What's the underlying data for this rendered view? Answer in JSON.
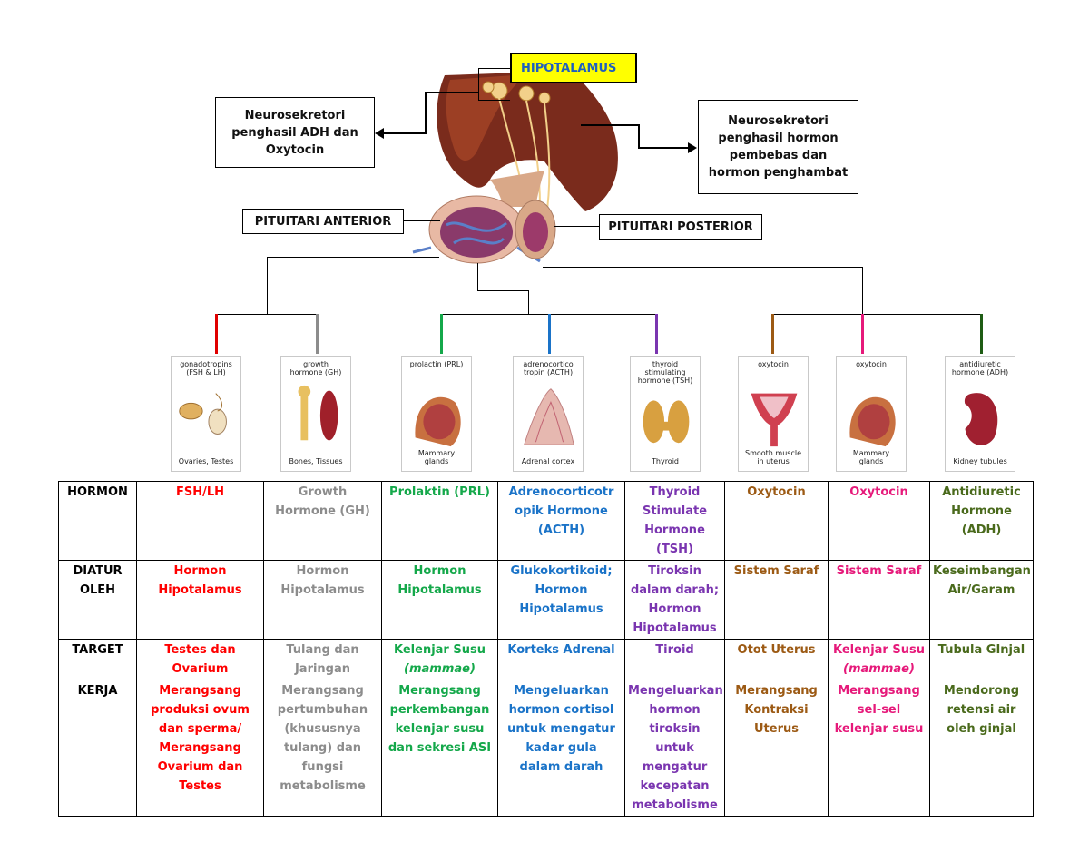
{
  "labels": {
    "hipotalamus": "HIPOTALAMUS",
    "neuro_left": [
      "Neurosekretori",
      "penghasil ADH dan",
      "Oxytocin"
    ],
    "neuro_right": [
      "Neurosekretori",
      "penghasil hormon",
      "pembebas dan",
      "hormon penghambat"
    ],
    "pituitari_anterior": "PITUITARI ANTERIOR",
    "pituitari_posterior": "PITUITARI POSTERIOR"
  },
  "cards": [
    {
      "top": [
        "gonadotropins",
        "(FSH & LH)"
      ],
      "bottom": [
        "Ovaries, Testes"
      ],
      "color": "#e00000",
      "icon": "ovary-testis"
    },
    {
      "top": [
        "growth",
        "hormone (GH)"
      ],
      "bottom": [
        "Bones, Tissues"
      ],
      "color": "#8c8c8c",
      "icon": "bone-muscle"
    },
    {
      "top": [
        "prolactin (PRL)"
      ],
      "bottom": [
        "Mammary",
        "glands"
      ],
      "color": "#14a84a",
      "icon": "mammary"
    },
    {
      "top": [
        "adrenocortico",
        "tropin (ACTH)"
      ],
      "bottom": [
        "Adrenal cortex"
      ],
      "color": "#1a73c8",
      "icon": "adrenal"
    },
    {
      "top": [
        "thyroid",
        "stimulating",
        "hormone (TSH)"
      ],
      "bottom": [
        "Thyroid"
      ],
      "color": "#7a35b0",
      "icon": "thyroid"
    },
    {
      "top": [
        "oxytocin"
      ],
      "bottom": [
        "Smooth muscle",
        "in uterus"
      ],
      "color": "#9c5a14",
      "icon": "uterus"
    },
    {
      "top": [
        "oxytocin"
      ],
      "bottom": [
        "Mammary",
        "glands"
      ],
      "color": "#e6197a",
      "icon": "mammary"
    },
    {
      "top": [
        "antidiuretic",
        "hormone (ADH)"
      ],
      "bottom": [
        "Kidney tubules"
      ],
      "color": "#1e5c14",
      "icon": "kidney"
    }
  ],
  "table": {
    "row_headers": [
      [
        "HORMON"
      ],
      [
        "DIATUR",
        "OLEH"
      ],
      [
        "TARGET"
      ],
      [
        "KERJA"
      ]
    ],
    "columns": [
      {
        "color": "#ff0000",
        "hormon": [
          "FSH/LH"
        ],
        "diatur": [
          "Hormon",
          "Hipotalamus"
        ],
        "target": [
          "Testes dan",
          "Ovarium"
        ],
        "kerja": [
          "Merangsang",
          "produksi ovum",
          "dan sperma/",
          "Merangsang",
          "Ovarium dan",
          "Testes"
        ]
      },
      {
        "color": "#8c8c8c",
        "hormon": [
          "Growth",
          "Hormone (GH)"
        ],
        "diatur": [
          "Hormon",
          "Hipotalamus"
        ],
        "target": [
          "Tulang dan",
          "Jaringan"
        ],
        "kerja": [
          "Merangsang",
          "pertumbuhan",
          "(khususnya",
          "tulang) dan",
          "fungsi",
          "metabolisme"
        ]
      },
      {
        "color": "#14a84a",
        "hormon": [
          "Prolaktin (PRL)"
        ],
        "diatur": [
          "Hormon",
          "Hipotalamus"
        ],
        "target": [
          "Kelenjar Susu",
          "(mammae)"
        ],
        "kerja": [
          "Merangsang",
          "perkembangan",
          "kelenjar susu",
          "dan sekresi ASI"
        ]
      },
      {
        "color": "#1a73c8",
        "hormon": [
          "Adrenocorticotr",
          "opik Hormone",
          "(ACTH)"
        ],
        "diatur": [
          "Glukokortikoid;",
          "Hormon",
          "Hipotalamus"
        ],
        "target": [
          "Korteks Adrenal"
        ],
        "kerja": [
          "Mengeluarkan",
          "hormon cortisol",
          "untuk mengatur",
          "kadar gula",
          "dalam darah"
        ]
      },
      {
        "color": "#7a35b0",
        "hormon": [
          "Thyroid",
          "Stimulate",
          "Hormone",
          "(TSH)"
        ],
        "diatur": [
          "Tiroksin",
          "dalam darah;",
          "Hormon",
          "Hipotalamus"
        ],
        "target": [
          "Tiroid"
        ],
        "kerja": [
          "Mengeluarkan",
          "hormon",
          "tiroksin untuk",
          "mengatur",
          "kecepatan",
          "metabolisme"
        ]
      },
      {
        "color": "#9c5a14",
        "hormon": [
          "Oxytocin"
        ],
        "diatur": [
          "Sistem Saraf"
        ],
        "target": [
          "Otot Uterus"
        ],
        "kerja": [
          "Merangsang",
          "Kontraksi",
          "Uterus"
        ]
      },
      {
        "color": "#e6197a",
        "hormon": [
          "Oxytocin"
        ],
        "diatur": [
          "Sistem Saraf"
        ],
        "target": [
          "Kelenjar Susu",
          "(mammae)"
        ],
        "kerja": [
          "Merangsang",
          "sel-sel",
          "kelenjar susu"
        ]
      },
      {
        "color": "#4a6a1c",
        "hormon": [
          "Antidiuretic",
          "Hormone",
          "(ADH)"
        ],
        "diatur": [
          "Keseimbangan",
          "Air/Garam"
        ],
        "target": [
          "Tubula GInjal"
        ],
        "kerja": [
          "Mendorong",
          "retensi air",
          "oleh ginjal"
        ]
      }
    ]
  }
}
